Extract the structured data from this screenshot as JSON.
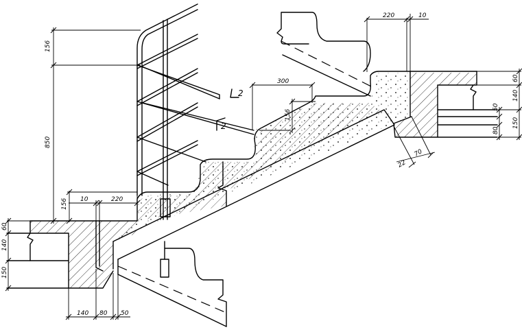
{
  "dimensions": {
    "railing_top_height": "156",
    "railing_total_height": "850",
    "landing_top_width": "220",
    "landing_top_gap": "10",
    "step_tread": "300",
    "step_riser": "156",
    "landing_bottom_gap": "10",
    "landing_bottom_width": "220",
    "landing_bottom_riser": "156",
    "right_slab_60": "60",
    "right_slab_140": "140",
    "right_slab_50": "50",
    "right_slab_150": "150",
    "right_slab_80": "80",
    "right_angle_22": "22",
    "right_angle_70": "70",
    "left_slab_60": "60",
    "left_slab_140": "140",
    "left_slab_150": "150",
    "bottom_140": "140",
    "bottom_80": "80",
    "bottom_50": "50"
  },
  "labels": {
    "section_mark_upper": "2",
    "section_mark_lower": "2"
  },
  "colors": {
    "line": "#000000",
    "background": "#ffffff"
  }
}
